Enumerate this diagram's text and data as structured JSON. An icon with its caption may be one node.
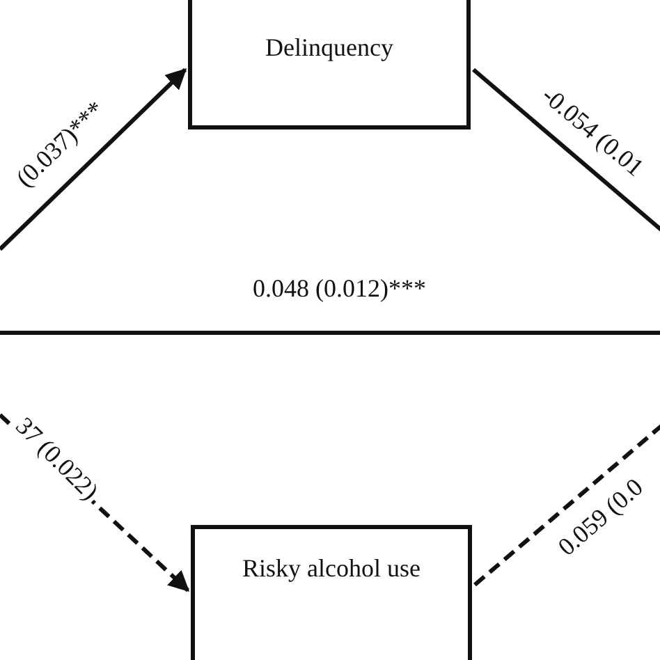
{
  "diagram": {
    "nodes": [
      {
        "text": [
          "Delinquency"
        ]
      },
      {
        "text": [
          "Risky alcohol use"
        ]
      }
    ],
    "edges": [
      {
        "from": null,
        "to": 0,
        "arrow": "to",
        "label": "(0.037)***"
      },
      {
        "from": 0,
        "to": null,
        "arrow": "none",
        "label": "-0.054 (0.01"
      },
      {
        "from": null,
        "to": 1,
        "arrow": "to",
        "label": "37 (0.022)",
        "style": "dashed"
      },
      {
        "from": 1,
        "to": null,
        "arrow": "none",
        "label": "0.059 (0.0",
        "style": "dashed"
      }
    ],
    "labels": [
      "0.048 (0.012)***"
    ]
  }
}
